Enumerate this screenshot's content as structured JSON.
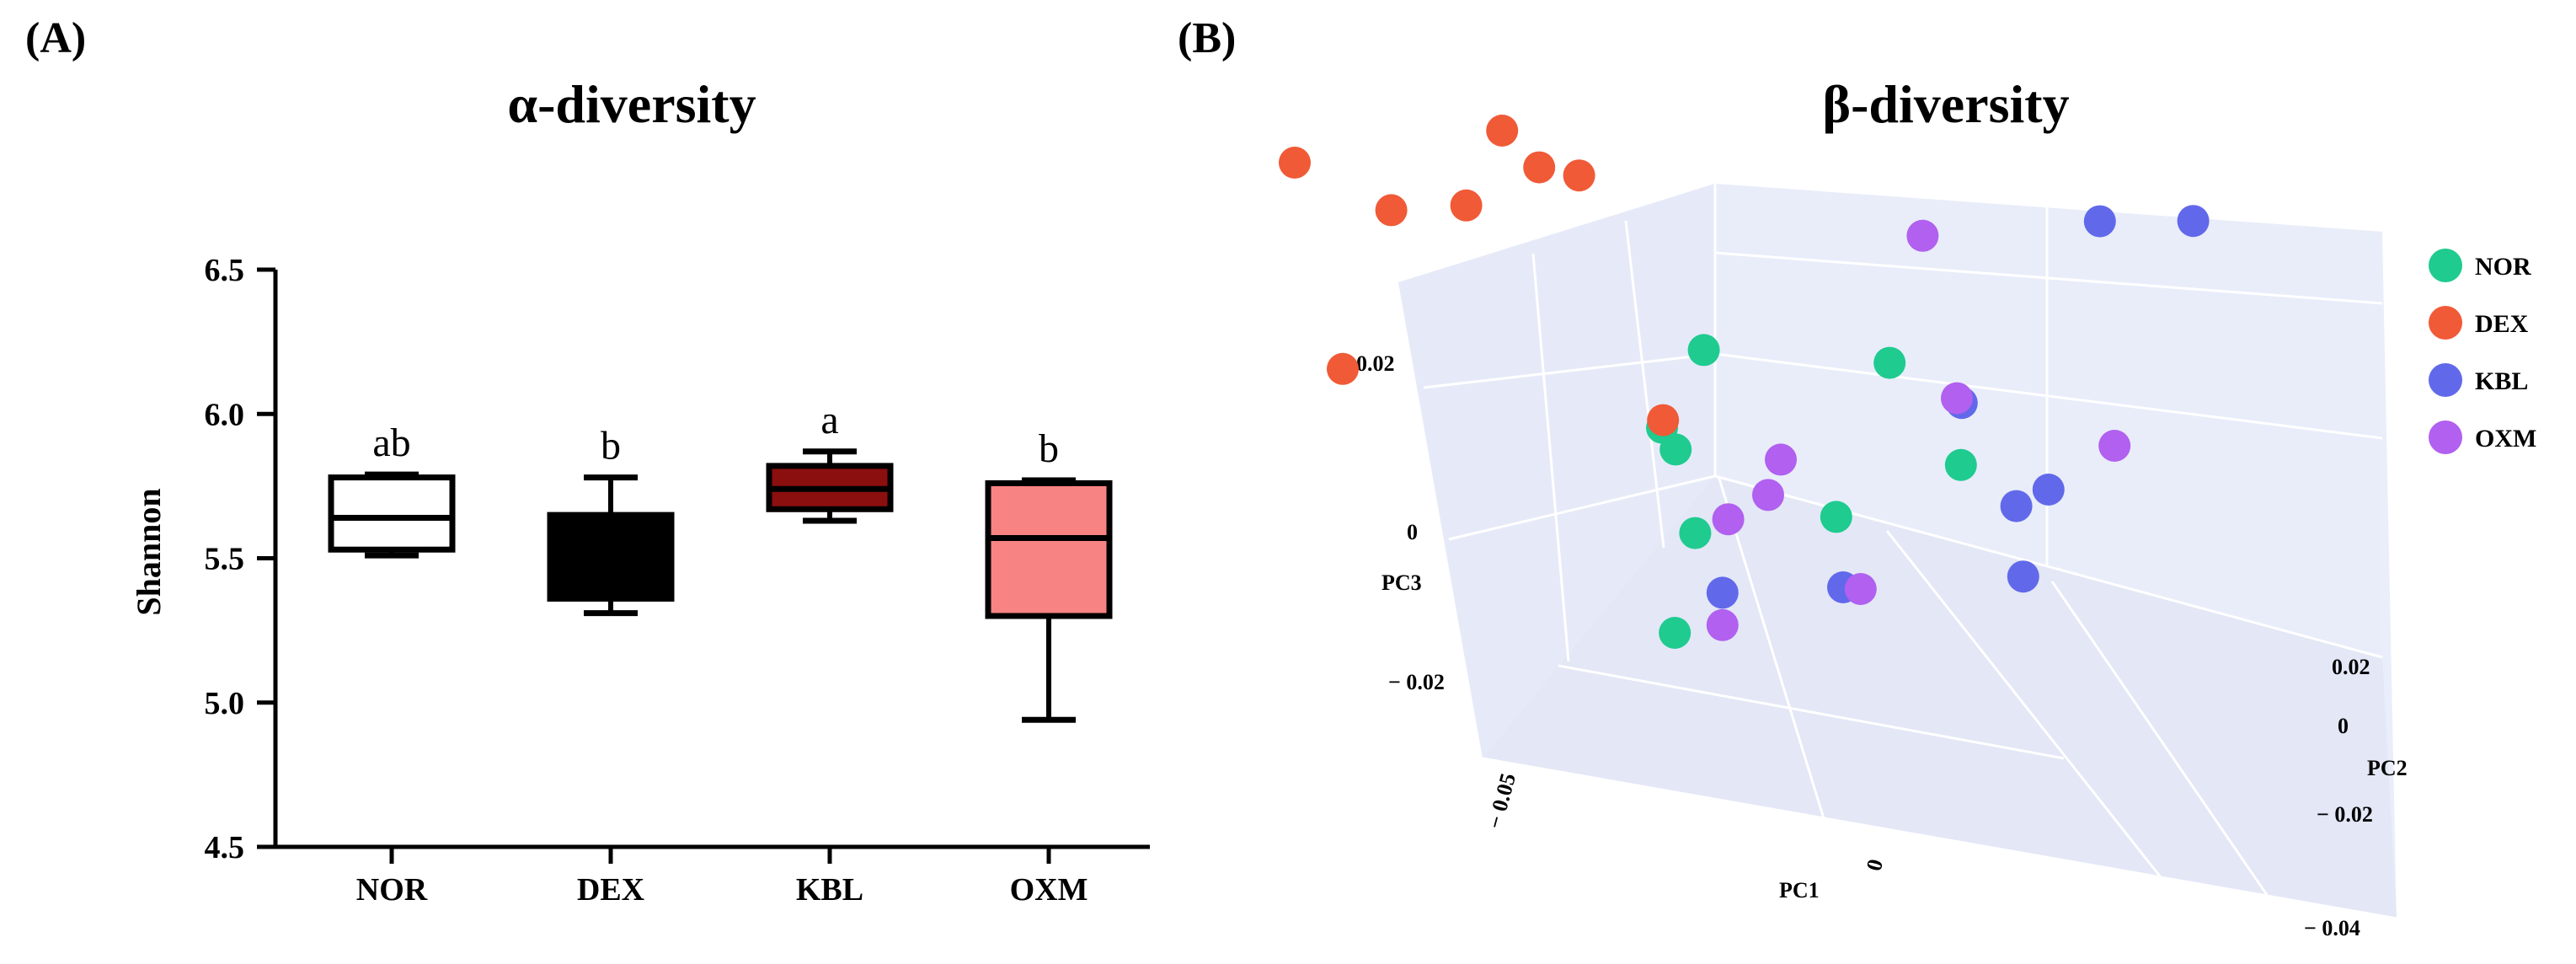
{
  "panels": {
    "a_label": "(A)",
    "b_label": "(B)"
  },
  "chart_data": [
    {
      "type": "box",
      "title": "α-diversity",
      "xlabel": "",
      "ylabel": "Shannon",
      "ylim": [
        4.5,
        6.5
      ],
      "yticks": [
        "4.5",
        "5.0",
        "5.5",
        "6.0",
        "6.5"
      ],
      "categories": [
        "NOR",
        "DEX",
        "KBL",
        "OXM"
      ],
      "boxes": [
        {
          "name": "NOR",
          "min": 5.51,
          "q1": 5.53,
          "median": 5.64,
          "q3": 5.78,
          "max": 5.79,
          "fill": "#ffffff",
          "median_color": "#000000",
          "significance": "ab"
        },
        {
          "name": "DEX",
          "min": 5.31,
          "q1": 5.36,
          "median": 5.62,
          "q3": 5.65,
          "max": 5.78,
          "fill": "#000000",
          "median_color": "#000000",
          "significance": "b"
        },
        {
          "name": "KBL",
          "min": 5.63,
          "q1": 5.67,
          "median": 5.74,
          "q3": 5.82,
          "max": 5.87,
          "fill": "#8b0f0f",
          "median_color": "#000000",
          "significance": "a"
        },
        {
          "name": "OXM",
          "min": 4.94,
          "q1": 5.3,
          "median": 5.57,
          "q3": 5.76,
          "max": 5.77,
          "fill": "#f88383",
          "median_color": "#000000",
          "significance": "b"
        }
      ]
    },
    {
      "type": "scatter3d",
      "title": "β-diversity",
      "axes": {
        "x": {
          "label": "PC1",
          "ticks": [
            "− 0.05",
            "0"
          ]
        },
        "y": {
          "label": "PC2",
          "ticks": [
            "0.02",
            "0",
            "− 0.02",
            "− 0.04"
          ]
        },
        "z": {
          "label": "PC3",
          "ticks": [
            "0.02",
            "0",
            "− 0.02"
          ]
        }
      },
      "legend_position": "top-right",
      "series": [
        {
          "name": "NOR",
          "color": "#1fcb8f",
          "points": [
            [
              -0.018,
              -0.012,
              0.012
            ],
            [
              -0.025,
              -0.02,
              0.004
            ],
            [
              -0.024,
              -0.022,
              0.002
            ],
            [
              -0.024,
              -0.03,
              -0.006
            ],
            [
              0.006,
              -0.002,
              0.01
            ],
            [
              -0.004,
              -0.016,
              -0.006
            ],
            [
              0.008,
              -0.024,
              0.004
            ],
            [
              -0.028,
              -0.036,
              -0.017
            ]
          ]
        },
        {
          "name": "DEX",
          "color": "#f05a37",
          "points": [
            [
              -0.058,
              0.012,
              0.024
            ],
            [
              -0.052,
              -0.006,
              0.024
            ],
            [
              -0.044,
              -0.008,
              0.026
            ],
            [
              -0.036,
              0.006,
              0.032
            ],
            [
              -0.034,
              -0.002,
              0.03
            ],
            [
              -0.03,
              -0.004,
              0.03
            ],
            [
              -0.062,
              -0.022,
              0.008
            ],
            [
              -0.026,
              -0.024,
              0.006
            ]
          ]
        },
        {
          "name": "KBL",
          "color": "#6169ea",
          "points": [
            [
              0.03,
              -0.002,
              0.03
            ],
            [
              0.044,
              0.01,
              0.028
            ],
            [
              0.012,
              -0.01,
              0.008
            ],
            [
              0.016,
              -0.018,
              -0.002
            ],
            [
              0.018,
              -0.024,
              0.002
            ],
            [
              0.014,
              -0.028,
              -0.008
            ],
            [
              -0.006,
              -0.026,
              -0.012
            ],
            [
              -0.022,
              -0.034,
              -0.012
            ]
          ]
        },
        {
          "name": "OXM",
          "color": "#b160ef",
          "points": [
            [
              0.012,
              0.006,
              0.024
            ],
            [
              0.012,
              -0.008,
              0.008
            ],
            [
              0.03,
              -0.008,
              0.004
            ],
            [
              -0.012,
              -0.022,
              0.002
            ],
            [
              -0.014,
              -0.024,
              -0.002
            ],
            [
              -0.018,
              -0.022,
              -0.006
            ],
            [
              -0.004,
              -0.026,
              -0.012
            ],
            [
              -0.022,
              -0.034,
              -0.016
            ]
          ]
        }
      ]
    }
  ]
}
